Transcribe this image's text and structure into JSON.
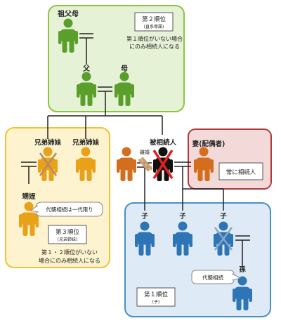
{
  "grandparents": {
    "label": "祖父母",
    "rank_title": "第２順位",
    "rank_sub": "(直系尊属)",
    "note_line1": "第１順位がいない場合",
    "note_line2": "にのみ相続人になる"
  },
  "parents": {
    "father": "父",
    "mother": "母"
  },
  "siblings": {
    "sibling_a": "兄弟姉妹",
    "sibling_b": "兄弟姉妹",
    "nephew": "甥姪",
    "callout": "代襲相続は一代限り",
    "rank_title": "第３順位",
    "rank_sub": "(兄弟姉妹)",
    "note_line1": "第１・２順位がいない",
    "note_line2": "場合にのみ相続人になる"
  },
  "decedent": {
    "label": "被相続人",
    "divorce": "離婚"
  },
  "spouse": {
    "label": "妻(配偶者)",
    "note": "常に相続人"
  },
  "children": {
    "child_a": "子",
    "child_b": "子",
    "child_c": "子",
    "grandchild": "孫",
    "callout": "代襲相続",
    "rank_title": "第１順位",
    "rank_sub": "(子)"
  },
  "colors": {
    "green_figure": "#5a9e2c",
    "green_bg": "#e6f2d6",
    "green_border": "#8cc63f",
    "yellow_figure": "#eaa11a",
    "yellow_bg": "#fdf3cf",
    "yellow_border": "#f1c232",
    "red_bg": "#f4d9d9",
    "red_border": "#b23a3a",
    "orange_figure": "#d36e1e",
    "blue_figure": "#2e75b6",
    "blue_bg": "#deebf7",
    "blue_border": "#4a90c2",
    "cross": "#e02020"
  }
}
